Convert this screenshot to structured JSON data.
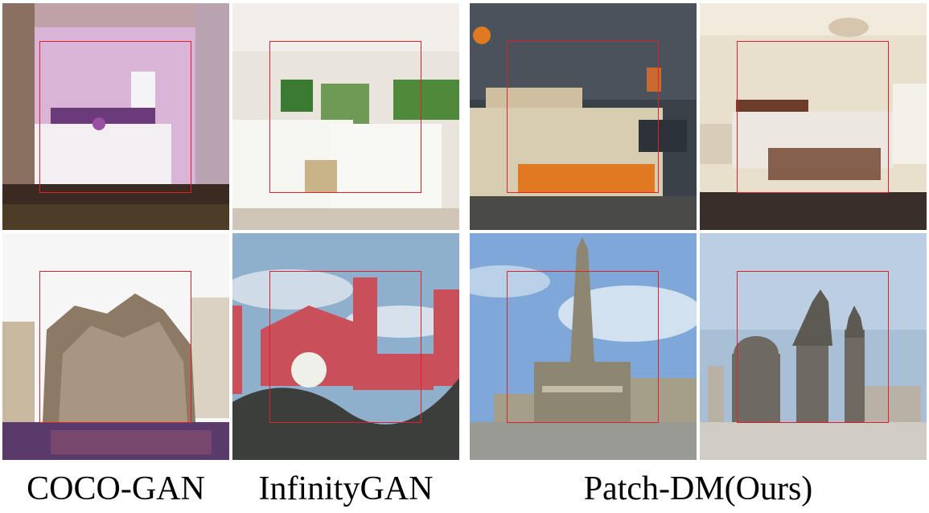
{
  "figure": {
    "captions": [
      "COCO-GAN",
      "InfinityGAN",
      "Patch-DM(Ours)"
    ],
    "crop_box_color": "#e0202a",
    "rows": [
      {
        "scene": "bedroom",
        "tiles": [
          {
            "method": "COCO-GAN",
            "palette": {
              "wall": "#d9b4d6",
              "floor": "#3a2a22",
              "bed": "#f3eef2",
              "accent": "#9a4fa3"
            }
          },
          {
            "method": "InfinityGAN",
            "palette": {
              "wall": "#e9e4dc",
              "floor": "#cfc6b8",
              "bed": "#f5f5f2",
              "accent": "#4e8a3a"
            }
          },
          {
            "method": "Patch-DM(Ours)",
            "palette": {
              "wall": "#3b4148",
              "floor": "#4a4a48",
              "bed": "#d8ccb0",
              "accent": "#e07a22"
            }
          },
          {
            "method": "Patch-DM(Ours)",
            "palette": {
              "wall": "#e8dfcc",
              "floor": "#3a2f28",
              "bed": "#ece8e0",
              "accent": "#6b3d2a"
            }
          }
        ]
      },
      {
        "scene": "church",
        "tiles": [
          {
            "method": "COCO-GAN",
            "palette": {
              "sky": "#f6f6f6",
              "building": "#8c7a66",
              "ground": "#5a3a6a",
              "accent": "#c9b8a0"
            }
          },
          {
            "method": "InfinityGAN",
            "palette": {
              "sky": "#8fb0cc",
              "building": "#c9505a",
              "ground": "#3c3e3c",
              "accent": "#f0f0ea"
            }
          },
          {
            "method": "Patch-DM(Ours)",
            "palette": {
              "sky": "#7fa8d8",
              "building": "#8d8672",
              "ground": "#9a9a94",
              "accent": "#c4bca4"
            }
          },
          {
            "method": "Patch-DM(Ours)",
            "palette": {
              "sky": "#a9bfd6",
              "building": "#6e6a62",
              "ground": "#d0ccc4",
              "accent": "#b8b2a6"
            }
          }
        ]
      }
    ]
  }
}
